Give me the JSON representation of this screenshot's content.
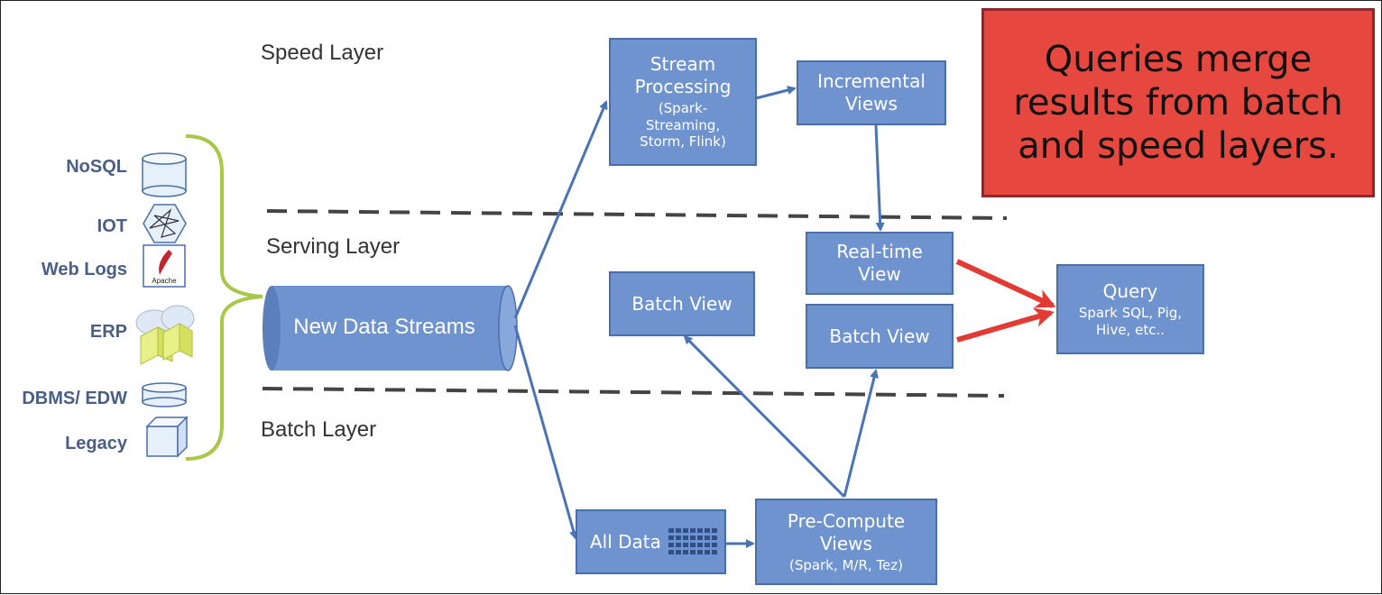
{
  "layers": {
    "speed": "Speed Layer",
    "serving": "Serving Layer",
    "batch": "Batch Layer"
  },
  "sources": [
    "NoSQL",
    "IOT",
    "Web Logs",
    "ERP",
    "DBMS/ EDW",
    "Legacy"
  ],
  "apache_logo_text": "Apache",
  "new_data_streams": "New Data Streams",
  "boxes": {
    "stream_processing": {
      "title": "Stream Processing",
      "sub": "(Spark-Streaming, Storm, Flink)"
    },
    "incremental_views": {
      "title": "Incremental Views"
    },
    "realtime_view": {
      "title": "Real-time View"
    },
    "batch_view_serving": {
      "title": "Batch View"
    },
    "batch_view_left": {
      "title": "Batch View"
    },
    "query": {
      "title": "Query",
      "sub": "Spark SQL, Pig, Hive, etc.."
    },
    "all_data": {
      "title": "All Data"
    },
    "precompute": {
      "title": "Pre-Compute Views",
      "sub": "(Spark, M/R, Tez)"
    }
  },
  "callout": "Queries merge results from batch and speed layers.",
  "colors": {
    "box_fill": "#6f93cf",
    "box_border": "#4a6ea8",
    "arrow_blue": "#4a73b5",
    "arrow_red": "#e23b33",
    "bracket_green": "#a8c84a",
    "callout_fill": "#e64840"
  }
}
